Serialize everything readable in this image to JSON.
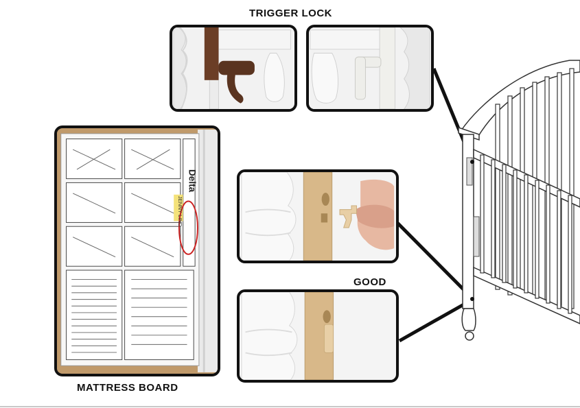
{
  "labels": {
    "trigger_lock": "TRIGGER LOCK",
    "good": "GOOD",
    "mattress_board": "MATTRESS BOARD"
  },
  "board_label": {
    "brand": "Delta",
    "model": "JENNY LIND"
  },
  "colors": {
    "frame": "#111111",
    "crib_white": "#ffffff",
    "lock_brown": "#6b3e26",
    "lock_white": "#eeeeea",
    "wood": "#d8b889",
    "cardboard": "#c09a6b"
  },
  "icons": [
    "trigger-lock-brown",
    "trigger-lock-white",
    "lock-plug",
    "crib-illustration"
  ]
}
